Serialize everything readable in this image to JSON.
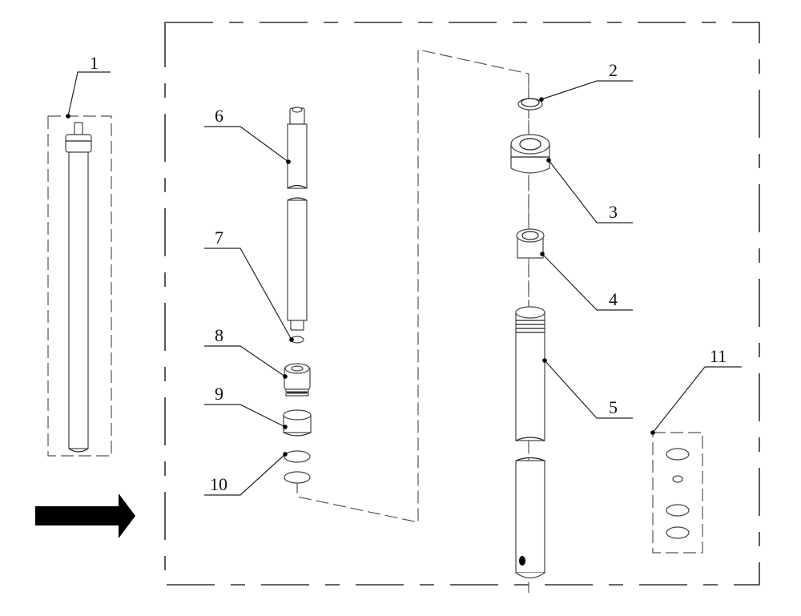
{
  "diagram": {
    "type": "exploded-assembly-view",
    "callouts": [
      {
        "id": "1",
        "label": "1",
        "part": "assembled-unit"
      },
      {
        "id": "2",
        "label": "2",
        "part": "top-ring"
      },
      {
        "id": "3",
        "label": "3",
        "part": "nut"
      },
      {
        "id": "4",
        "label": "4",
        "part": "bushing"
      },
      {
        "id": "5",
        "label": "5",
        "part": "outer-tube"
      },
      {
        "id": "6",
        "label": "6",
        "part": "piston-rod"
      },
      {
        "id": "7",
        "label": "7",
        "part": "o-ring-small"
      },
      {
        "id": "8",
        "label": "8",
        "part": "piston"
      },
      {
        "id": "9",
        "label": "9",
        "part": "sleeve"
      },
      {
        "id": "10",
        "label": "10",
        "part": "seal-rings"
      },
      {
        "id": "11",
        "label": "11",
        "part": "seal-kit"
      }
    ],
    "arrow": {
      "direction": "right",
      "icon": "arrow-right-icon"
    }
  }
}
